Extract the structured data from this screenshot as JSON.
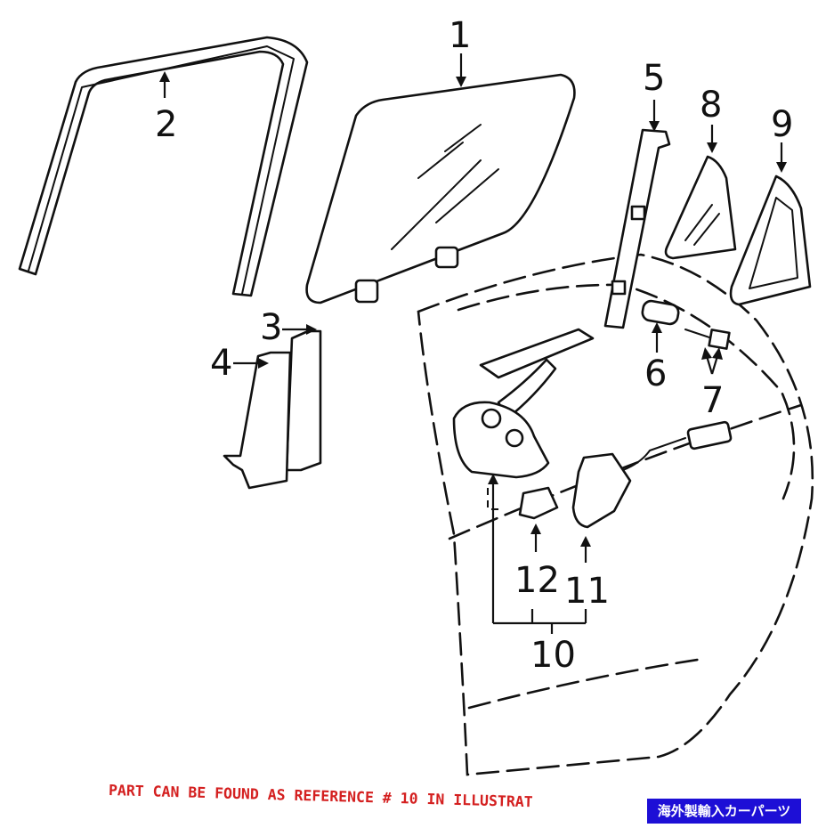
{
  "parts": [
    {
      "id": "part-1",
      "number": "1"
    },
    {
      "id": "part-2",
      "number": "2"
    },
    {
      "id": "part-3",
      "number": "3"
    },
    {
      "id": "part-4",
      "number": "4"
    },
    {
      "id": "part-5",
      "number": "5"
    },
    {
      "id": "part-6",
      "number": "6"
    },
    {
      "id": "part-7",
      "number": "7"
    },
    {
      "id": "part-8",
      "number": "8"
    },
    {
      "id": "part-9",
      "number": "9"
    },
    {
      "id": "part-10",
      "number": "10"
    },
    {
      "id": "part-11",
      "number": "11"
    },
    {
      "id": "part-12",
      "number": "12"
    }
  ],
  "caption": "PART CAN BE FOUND AS REFERENCE # 10 IN ILLUSTRAT",
  "badge": "海外製輸入カーパーツ",
  "colors": {
    "line": "#111111",
    "caption": "#d42020",
    "badge_bg": "#1d0fd6",
    "badge_text": "#ffffff"
  }
}
